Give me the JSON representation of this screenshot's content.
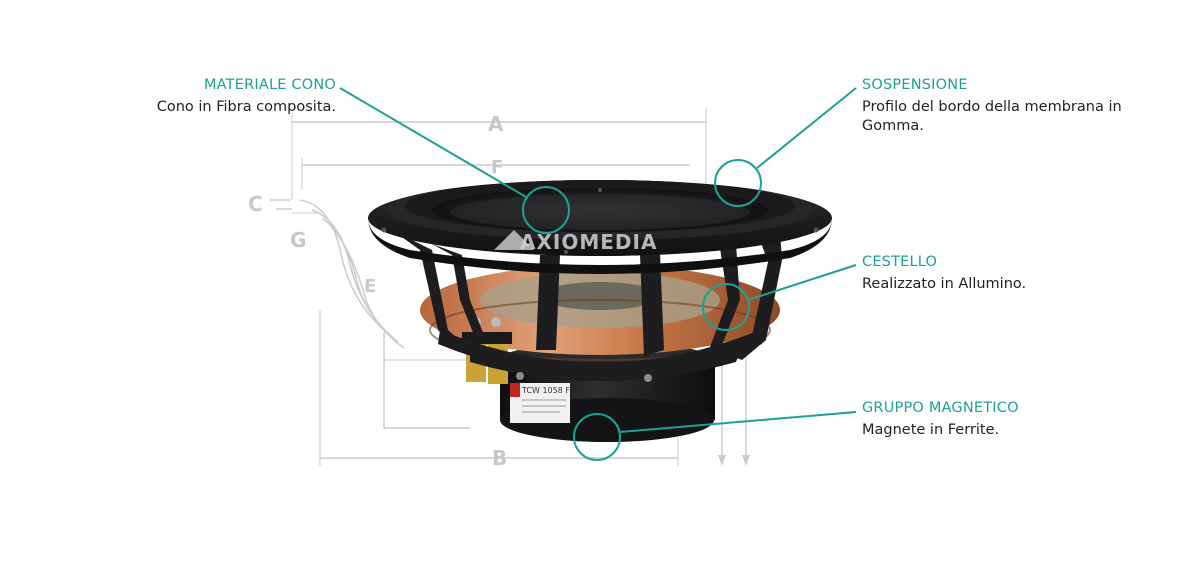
{
  "watermark": "AXIOMEDIA",
  "dimension_labels": {
    "a": "A",
    "b": "B",
    "c": "C",
    "e": "E",
    "f": "F",
    "g": "G"
  },
  "magnet_label": {
    "line1": "TCW 1058 F"
  },
  "callouts": {
    "cono": {
      "title": "MATERIALE CONO",
      "desc": "Cono in Fibra composita."
    },
    "sospensione": {
      "title": "SOSPENSIONE",
      "desc": "Profilo del bordo della membrana in Gomma."
    },
    "cestello": {
      "title": "CESTELLO",
      "desc": "Realizzato in Allumino."
    },
    "gruppo": {
      "title": "GRUPPO MAGNETICO",
      "desc": "Magnete in Ferrite."
    }
  },
  "colors": {
    "accent": "#1ea193",
    "text": "#222222",
    "drawing": "#c8c8c8",
    "speaker_dark": "#1c1c1e",
    "coil_copper": "#c97a4a"
  }
}
